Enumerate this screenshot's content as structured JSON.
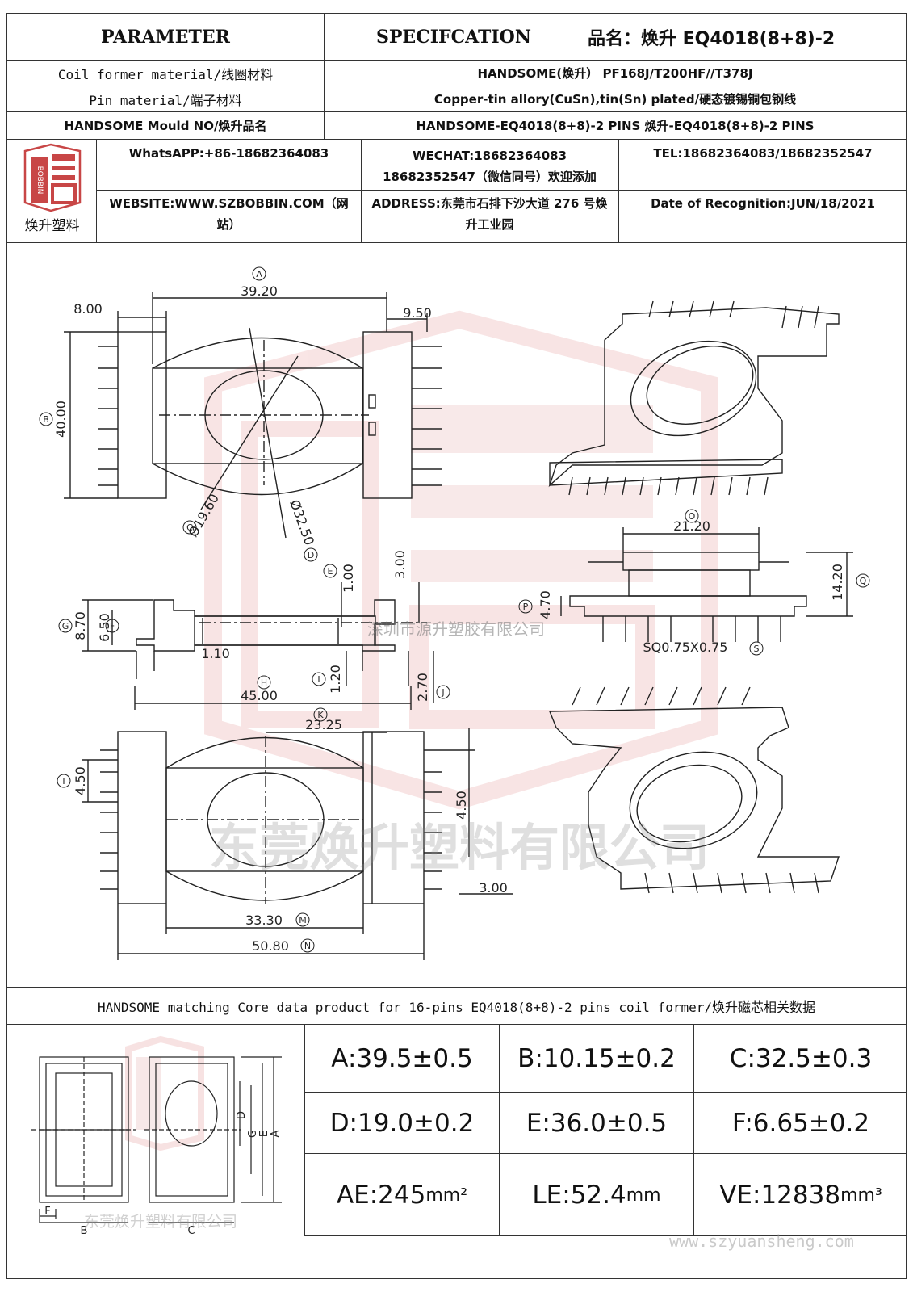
{
  "header": {
    "parameter": "PARAMETER",
    "specification": "SPECIFCATION",
    "product_name_label": "品名：",
    "product_name": "焕升 EQ4018(8+8)-2"
  },
  "rows": [
    {
      "label": "Coil former material/线圈材料",
      "value": "HANDSOME(焕升）  PF168J/T200HF//T378J"
    },
    {
      "label": "Pin material/端子材料",
      "value": "Copper-tin allory(CuSn),tin(Sn) plated/硬态镀锡铜包钢线"
    },
    {
      "label": "HANDSOME Mould NO/焕升品名",
      "value": "HANDSOME-EQ4018(8+8)-2 PINS    焕升-EQ4018(8+8)-2 PINS"
    }
  ],
  "logo": {
    "text": "焕升塑料",
    "mark": "BOBBIN"
  },
  "contact": {
    "whatsapp": "WhatsAPP:+86-18682364083",
    "wechat_line1": "WECHAT:18682364083",
    "wechat_line2": "18682352547（微信同号）欢迎添加",
    "tel": "TEL:18682364083/18682352547",
    "website": "WEBSITE:WWW.SZBOBBIN.COM（网站）",
    "address": "ADDRESS:东莞市石排下沙大道 276 号焕升工业园",
    "date": "Date of Recognition:JUN/18/2021"
  },
  "drawing": {
    "dims": {
      "A": "39.20",
      "left_w": "8.00",
      "right_w": "9.50",
      "B": "40.00",
      "C": "Ø19.60",
      "D": "Ø32.50",
      "E": "1.00",
      "top3": "3.00",
      "G": "8.70",
      "F": "6.50",
      "side_1_10": "1.10",
      "H": "45.00",
      "I": "1.20",
      "J": "2.70",
      "O": "21.20",
      "Q": "14.20",
      "P": "4.70",
      "S": "SQ0.75X0.75",
      "K": "23.25",
      "T": "4.50",
      "R": "4.50",
      "bottom3": "3.00",
      "M": "33.30",
      "N": "50.80"
    },
    "markers": {
      "A": "A",
      "B": "B",
      "C": "C",
      "D": "D",
      "E": "E",
      "F": "F",
      "G": "G",
      "H": "H",
      "I": "I",
      "J": "J",
      "K": "K",
      "M": "M",
      "N": "N",
      "O": "O",
      "P": "P",
      "Q": "Q",
      "S": "S",
      "T": "T"
    },
    "watermark_1": "深圳市源升塑胶有限公司",
    "watermark_2": "东莞焕升塑料有限公司"
  },
  "matching_title": "HANDSOME matching Core data  product for 16-pins EQ4018(8+8)-2 pins coil former/焕升磁芯相关数据",
  "core_labels": {
    "A": "A",
    "B": "B",
    "C": "C",
    "D": "D",
    "E": "E",
    "F": "F",
    "G": "G"
  },
  "core_watermark": "东莞焕升塑料有限公司",
  "core_data": [
    {
      "text": "A:39.5±0.5"
    },
    {
      "text": "B:10.15±0.2"
    },
    {
      "text": "C:32.5±0.3"
    },
    {
      "text": "D:19.0±0.2"
    },
    {
      "text": "E:36.0±0.5"
    },
    {
      "text": "F:6.65±0.2"
    }
  ],
  "core_extra": [
    {
      "label": "AE:245",
      "unit": "mm²"
    },
    {
      "label": "LE:52.4",
      "unit": "mm"
    },
    {
      "label": "VE:12838",
      "unit": "mm³"
    }
  ],
  "footer_url": "www.szyuansheng.com",
  "colors": {
    "watermark_red": "#e8b4b4",
    "line": "#222222",
    "logo_red": "#c84646"
  }
}
